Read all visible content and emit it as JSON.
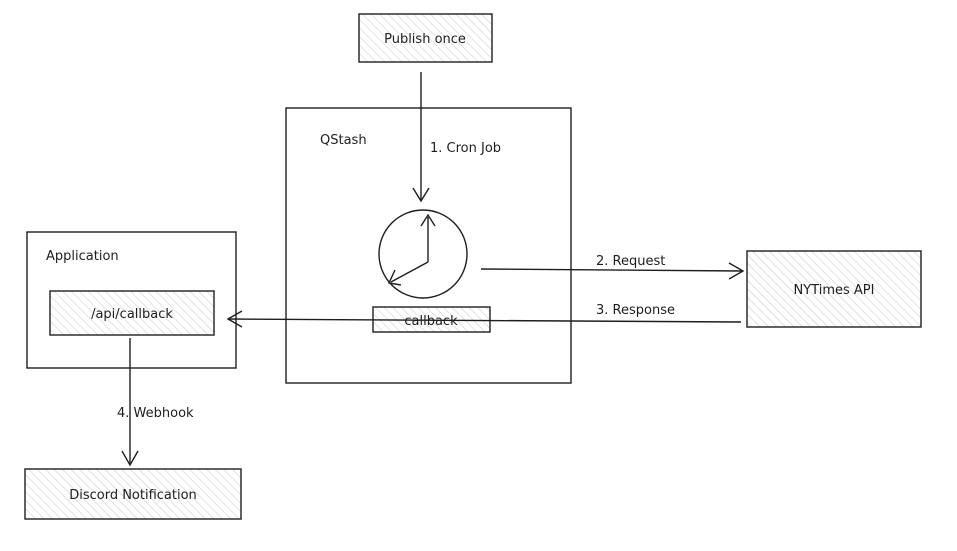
{
  "nodes": {
    "publish_once": "Publish once",
    "qstash": "QStash",
    "callback": "callback",
    "application": "Application",
    "api_callback": "/api/callback",
    "nytimes_api": "NYTimes API",
    "discord_notification": "Discord Notification"
  },
  "edges": {
    "cron_job": "1. Cron Job",
    "request": "2. Request",
    "response": "3. Response",
    "webhook": "4. Webhook"
  }
}
